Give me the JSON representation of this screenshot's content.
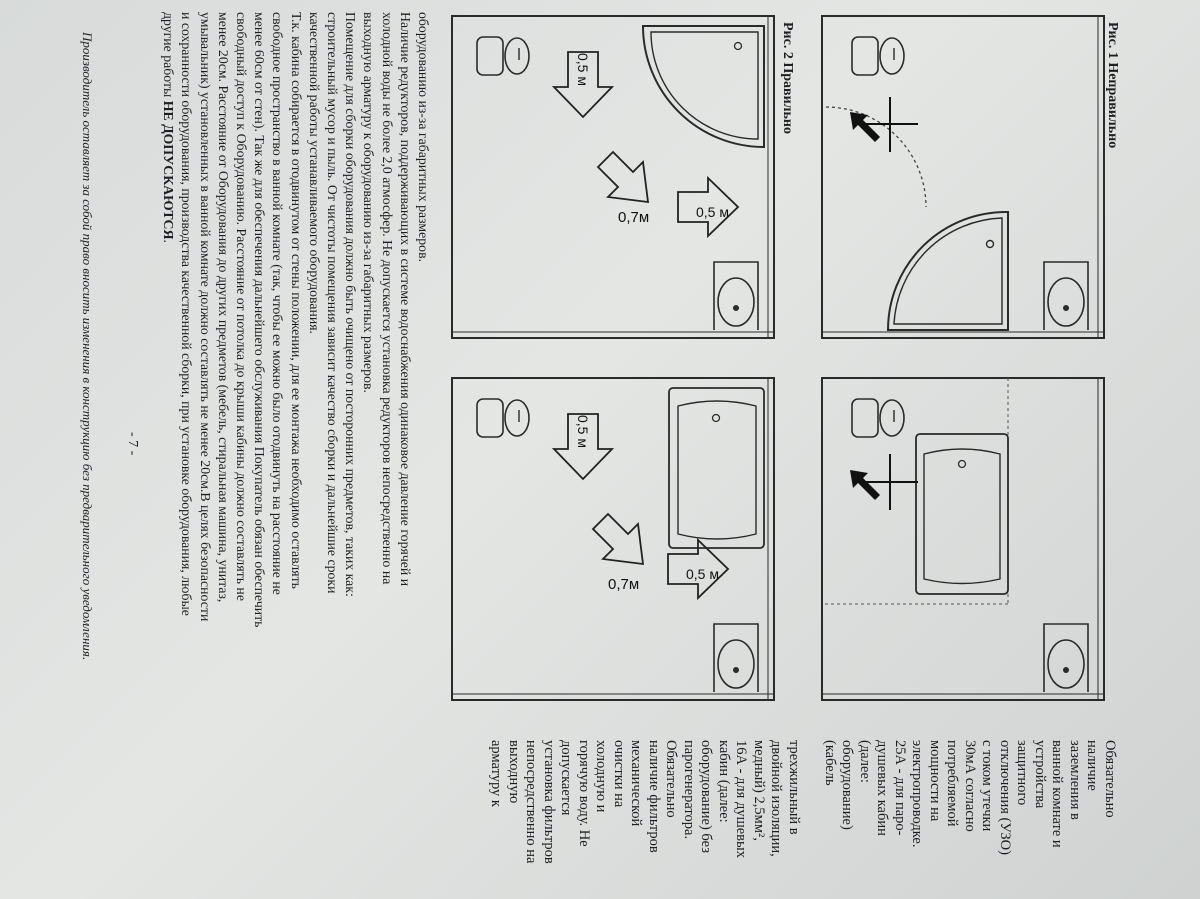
{
  "fig1_title": "Рис. 1 Неправильно",
  "fig2_title": "Рис. 2 Правильно",
  "diagram_labels": {
    "dist_05": "0,5 м",
    "dist_07": "0,7м"
  },
  "side_text": {
    "line01": "Обязательно",
    "line02": "наличие",
    "line03": "заземления в",
    "line04": "ванной комнате и",
    "line05": "устройства",
    "line06": "защитного",
    "line07": "отключения (УЗО)",
    "line08": "с током утечки",
    "line09": "30мА согласно",
    "line10": "потребляемой",
    "line11": "мощности на",
    "line12": "электропроводке.",
    "line13": "25А - для паро-",
    "line14": "душевых кабин",
    "line15": "(далее:",
    "line16": "оборудование)",
    "line17": "(кабель",
    "line18": "трехжильный в",
    "line19": "двойной изоляции,",
    "line20": "медный) 2,5мм²,",
    "line21": "16А - для душевых",
    "line22": "кабин (далее:",
    "line23": "оборудование) без",
    "line24": "парогенератора.",
    "line25": "Обязательно",
    "line26": "наличие фильтров",
    "line27": "механической",
    "line28": "очистки на",
    "line29": "холодную и",
    "line30": "горячую воду. Не",
    "line31": "допускается",
    "line32": "установка фильтров",
    "line33": "непосредственно на",
    "line34": "выходную",
    "line35": "арматуру к"
  },
  "body": {
    "l1": "оборудованию из-за габаритных размеров.",
    "l2": "Наличие редукторов, поддерживающих в системе водоснабжения одинаковое давление горячей и",
    "l3": "холодной воды не более 2,0 атмосфер. Не допускается установка редукторов непосредственно на",
    "l4": "выходную арматуру к оборудованию из-за габаритных размеров.",
    "l5": "Помещение для сборки оборудования должно быть очищено от посторонних предметов, таких как:",
    "l6": "строительный мусор и пыль. От чистоты помещения зависит качество сборки и дальнейшие сроки",
    "l7": "качественной работы устанавливаемого оборудования.",
    "l8": "Т.к. кабина собирается в отодвинутом от стены положении, для ее монтажа необходимо оставлять",
    "l9": "свободное пространство в ванной комнате (так, чтобы ее можно было отодвинуть на расстояние не",
    "l10": "менее 60см от стен). Так же для обеспечения дальнейшего обслуживания Покупатель обязан обеспечить",
    "l11": "свободный доступ к Оборудованию. Расстояние от потолка до крыши кабины должно составлять не",
    "l12": "менее 20см. Расстояние от Оборудования до других предметов (мебель, стиральная машина, унитаз,",
    "l13": "умывальник) установленных в ванной комнате должно составлять не менее 20см.В целях безопасности",
    "l14": "и сохранности оборудования, производства качественной сборки, при установке оборудования, любые",
    "l15_prefix": "другие работы ",
    "l15_bold": "НЕ ДОПУСКАЮТСЯ",
    "l15_suffix": "."
  },
  "footer": "Производитель оставляет за собой право вносить изменения в конструкцию без предварительного уведомления.",
  "page_number": "- 7 -"
}
